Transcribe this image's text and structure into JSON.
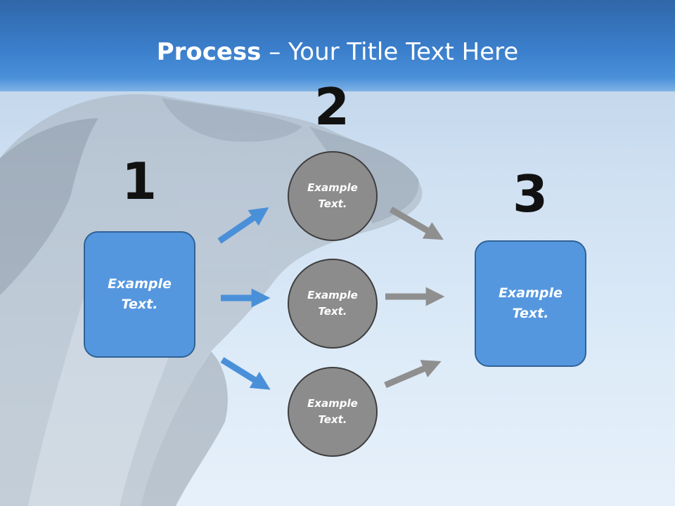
{
  "title": {
    "bold": "Process",
    "rest": " – Your Title Text Here"
  },
  "steps": {
    "one": {
      "number": "1",
      "label": "Example Text."
    },
    "two": {
      "number": "2",
      "labels": [
        "Example Text.",
        "Example Text.",
        "Example Text."
      ]
    },
    "three": {
      "number": "3",
      "label": "Example Text."
    }
  },
  "colors": {
    "header": "#3b7fcc",
    "box_fill": "#5597df",
    "box_border": "#2f6296",
    "circle_fill": "#8c8c8c",
    "arrow_blue": "#4a90d9",
    "arrow_gray": "#8f8f8f"
  }
}
